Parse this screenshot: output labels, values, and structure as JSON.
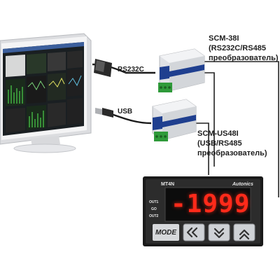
{
  "labels": {
    "scm38_name": "SCM-38I",
    "scm38_desc1": "(RS232C/RS485",
    "scm38_desc2": "преобразователь)",
    "scmus_name": "SCM-US48I",
    "scmus_desc1": "(USB/RS485",
    "scmus_desc2": "преобразователь)",
    "rs232c": "RS232C",
    "usb": "USB"
  },
  "meter": {
    "model": "MT4N",
    "brand": "Autonics",
    "display_value": "-1999",
    "indicators": [
      "OUT1",
      "GO",
      "OUT2"
    ],
    "mode_label": "MODE"
  },
  "colors": {
    "display_red": "#ff2a1a",
    "converter_body": "#e4e6ea",
    "converter_band": "#1f3f8f",
    "terminal_green": "#2f9a3a"
  }
}
